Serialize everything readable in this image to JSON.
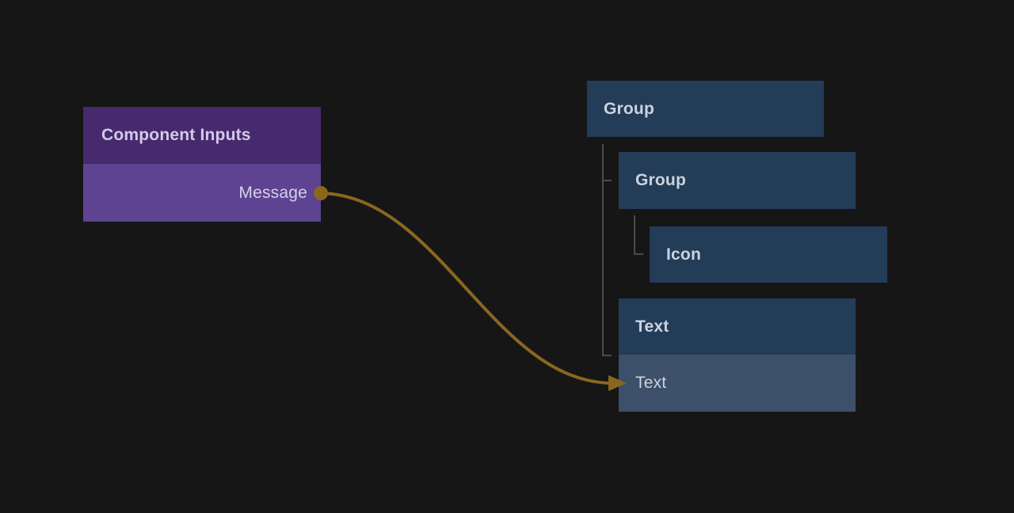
{
  "canvas": {
    "background": "#161616"
  },
  "component_inputs": {
    "title": "Component Inputs",
    "outputs": [
      {
        "label": "Message",
        "port": "connected"
      }
    ]
  },
  "tree": {
    "nodes": [
      {
        "label": "Group",
        "depth": 0
      },
      {
        "label": "Group",
        "depth": 1
      },
      {
        "label": "Icon",
        "depth": 2
      },
      {
        "label": "Text",
        "depth": 1,
        "rows": [
          {
            "label": "Text",
            "state": "highlighted"
          }
        ]
      }
    ]
  },
  "connection": {
    "from": "Message",
    "to": "Text",
    "color": "#8a671f"
  },
  "colors": {
    "background": "#161616",
    "purple_header": "#472a6e",
    "purple_row": "#5d4391",
    "blue_node": "#233c58",
    "highlighted_row": "#3d5069",
    "tree_line": "#4a4a4a",
    "wire": "#8a671f",
    "purple_text": "#d2cbe7",
    "blue_text": "#ccd3de"
  }
}
